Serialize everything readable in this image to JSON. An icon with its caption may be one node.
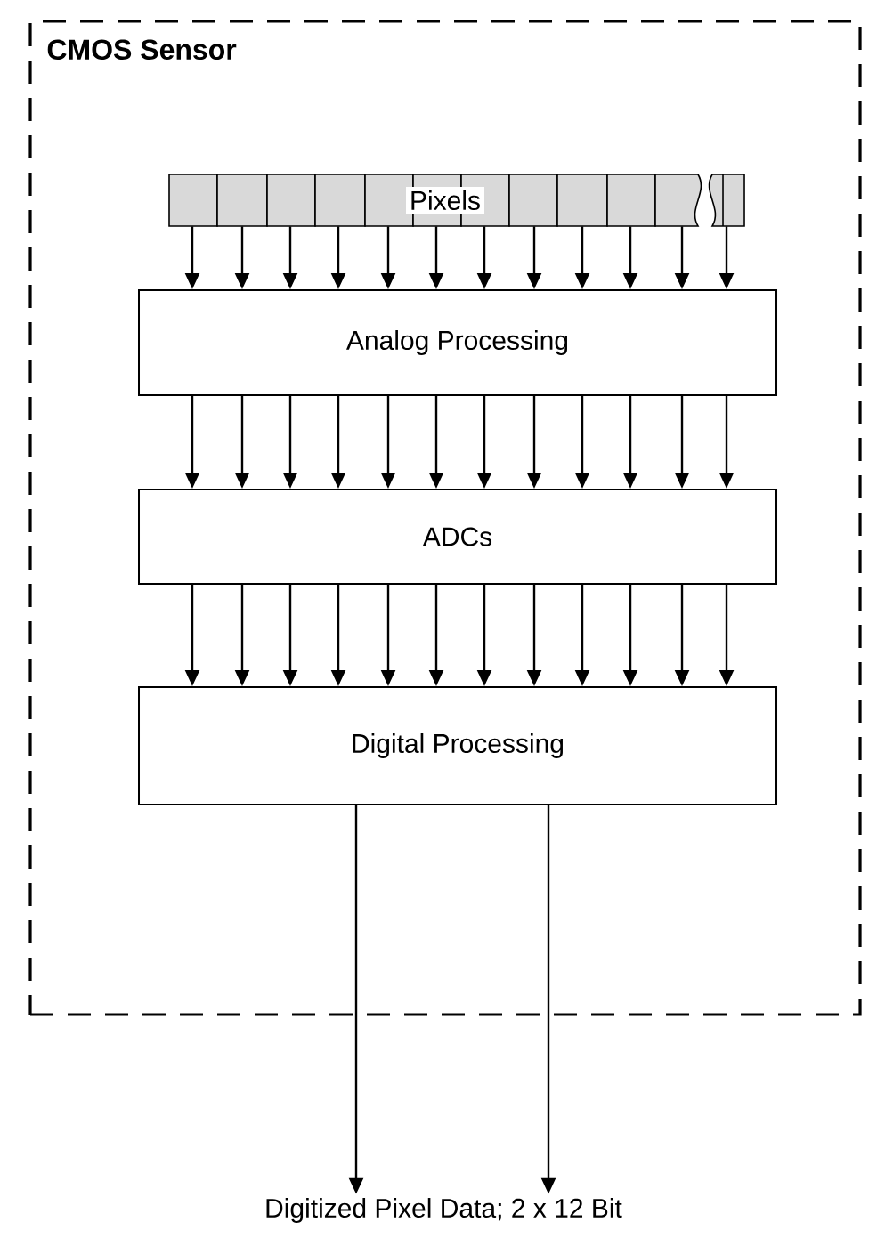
{
  "diagram": {
    "nodes": [
      {
        "text": [
          "CMOS Sensor"
        ]
      },
      {
        "text": [
          "Pixels"
        ],
        "in": 0
      },
      {
        "text": [
          "Analog Processing"
        ],
        "in": 0
      },
      {
        "text": [
          "ADCs"
        ],
        "in": 0
      },
      {
        "text": [
          "Digital Processing"
        ],
        "in": 0
      },
      {
        "text": [
          "Digitized Pixel Data; 2 x 12 Bit"
        ]
      }
    ],
    "edges": [
      {
        "from": 1,
        "to": 2,
        "arrow": "to"
      },
      {
        "from": 1,
        "to": 2,
        "arrow": "to"
      },
      {
        "from": 1,
        "to": 2,
        "arrow": "to"
      },
      {
        "from": 1,
        "to": 2,
        "arrow": "to"
      },
      {
        "from": 1,
        "to": 2,
        "arrow": "to"
      },
      {
        "from": 1,
        "to": 2,
        "arrow": "to"
      },
      {
        "from": 1,
        "to": 2,
        "arrow": "to"
      },
      {
        "from": 1,
        "to": 2,
        "arrow": "to"
      },
      {
        "from": 1,
        "to": 2,
        "arrow": "to"
      },
      {
        "from": 1,
        "to": 2,
        "arrow": "to"
      },
      {
        "from": 1,
        "to": 2,
        "arrow": "to"
      },
      {
        "from": 1,
        "to": 2,
        "arrow": "to"
      },
      {
        "from": 2,
        "to": 3,
        "arrow": "to"
      },
      {
        "from": 2,
        "to": 3,
        "arrow": "to"
      },
      {
        "from": 2,
        "to": 3,
        "arrow": "to"
      },
      {
        "from": 2,
        "to": 3,
        "arrow": "to"
      },
      {
        "from": 2,
        "to": 3,
        "arrow": "to"
      },
      {
        "from": 2,
        "to": 3,
        "arrow": "to"
      },
      {
        "from": 2,
        "to": 3,
        "arrow": "to"
      },
      {
        "from": 2,
        "to": 3,
        "arrow": "to"
      },
      {
        "from": 2,
        "to": 3,
        "arrow": "to"
      },
      {
        "from": 2,
        "to": 3,
        "arrow": "to"
      },
      {
        "from": 2,
        "to": 3,
        "arrow": "to"
      },
      {
        "from": 2,
        "to": 3,
        "arrow": "to"
      },
      {
        "from": 3,
        "to": 4,
        "arrow": "to"
      },
      {
        "from": 3,
        "to": 4,
        "arrow": "to"
      },
      {
        "from": 3,
        "to": 4,
        "arrow": "to"
      },
      {
        "from": 3,
        "to": 4,
        "arrow": "to"
      },
      {
        "from": 3,
        "to": 4,
        "arrow": "to"
      },
      {
        "from": 3,
        "to": 4,
        "arrow": "to"
      },
      {
        "from": 3,
        "to": 4,
        "arrow": "to"
      },
      {
        "from": 3,
        "to": 4,
        "arrow": "to"
      },
      {
        "from": 3,
        "to": 4,
        "arrow": "to"
      },
      {
        "from": 3,
        "to": 4,
        "arrow": "to"
      },
      {
        "from": 3,
        "to": 4,
        "arrow": "to"
      },
      {
        "from": 3,
        "to": 4,
        "arrow": "to"
      },
      {
        "from": 4,
        "to": 5,
        "arrow": "to"
      },
      {
        "from": 4,
        "to": 5,
        "arrow": "to"
      }
    ]
  }
}
